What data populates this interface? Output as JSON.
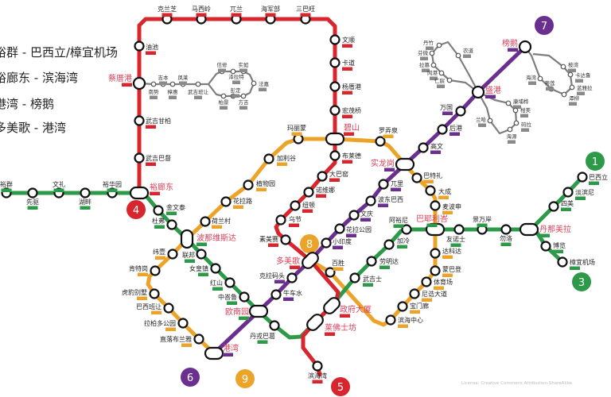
{
  "legend": [
    "裕群 - 巴西立/樟宜机场",
    "裕廊东 - 滨海湾",
    "港湾 - 榜鹅",
    "多美歌 - 港湾"
  ],
  "colors": {
    "red": "#d7262e",
    "green": "#2c9a48",
    "purple": "#6a2f8f",
    "orange": "#eba32a",
    "lrt": "#7d7d7d",
    "interchange_label": "#d9415a"
  },
  "badges": [
    {
      "label": "1",
      "color": "#2c9a48"
    },
    {
      "label": "3",
      "color": "#2c9a48"
    },
    {
      "label": "4",
      "color": "#d7262e"
    },
    {
      "label": "5",
      "color": "#d7262e"
    },
    {
      "label": "6",
      "color": "#6a2f8f"
    },
    {
      "label": "7",
      "color": "#6a2f8f"
    },
    {
      "label": "8",
      "color": "#eba32a"
    },
    {
      "label": "9",
      "color": "#eba32a"
    }
  ],
  "lines": [
    {
      "id": "red",
      "color": "#d7262e",
      "stations": [
        "裕廊东",
        "武吉巴督",
        "武吉甘柏",
        "蔡厝港",
        "油池",
        "克兰芝",
        "马西岭",
        "兀兰",
        "海军部",
        "三巴旺",
        "文顺",
        "卡道",
        "杨厝港",
        "宏茂桥",
        "碧山",
        "布莱德",
        "大巴窑",
        "诺维娜",
        "纽顿",
        "乌节",
        "素美赛",
        "多美歌",
        "政府大厦",
        "莱佛士坊",
        "滨海湾"
      ]
    },
    {
      "id": "green",
      "color": "#2c9a48",
      "stations": [
        "裕群",
        "先驱",
        "文礼",
        "湖畔",
        "裕华园",
        "裕廊东",
        "金文泰",
        "杜弗",
        "波那维斯达",
        "联邦",
        "女皇镇",
        "红山",
        "中峇鲁",
        "欧南园",
        "丹戎巴葛",
        "莱佛士坊",
        "政府大厦",
        "武吉士",
        "劳明达",
        "加冷",
        "阿裕尼",
        "巴耶利峇",
        "友诺士",
        "景万岸",
        "勿洛",
        "丹那美拉",
        "四美",
        "淡滨尼",
        "巴西立",
        "博览",
        "樟宜机场"
      ]
    },
    {
      "id": "purple",
      "color": "#6a2f8f",
      "stations": [
        "港湾",
        "欧南园",
        "牛车水",
        "克拉码头",
        "多美歌",
        "小印度",
        "花拉公园",
        "文庆",
        "波东巴西",
        "兀里",
        "实龙岗",
        "高文",
        "后港",
        "万国",
        "盛港",
        "榜鹅"
      ]
    },
    {
      "id": "orange",
      "color": "#eba32a",
      "stations": [
        "港湾",
        "直落布兰雅",
        "拉柏多公园",
        "巴西班让",
        "虎豹别墅",
        "肯特岗",
        "纬壹",
        "波那维斯达",
        "荷兰村",
        "花拉路",
        "植物园",
        "加利谷",
        "玛丽蒙",
        "碧山",
        "罗弄泉",
        "实龙岗",
        "巴特礼",
        "大成",
        "麦波申",
        "巴耶利峇",
        "达科达",
        "蒙巴登",
        "体育场",
        "尼诰大道",
        "宝门廊",
        "滨海中心",
        "百胜",
        "多美歌"
      ]
    }
  ],
  "lrt": [
    {
      "id": "bukit-panjang",
      "stations": [
        "南势",
        "吉本",
        "樟惠",
        "凤莱",
        "武吉班让",
        "信修",
        "泽拉特",
        "实如",
        "法嘉",
        "柏景",
        "彭定",
        "方吉"
      ]
    },
    {
      "id": "sengkang",
      "stations": [
        "丹竹",
        "芬微",
        "拉慕",
        "冈港",
        "仁宸",
        "农道",
        "康埔桦",
        "柑美",
        "码拉",
        "海源",
        "兰哈"
      ]
    },
    {
      "id": "punggol",
      "stations": [
        "桉湾",
        "卡达鲁",
        "蓝雅拉",
        "潭柳",
        "蒂莲",
        "海湾"
      ]
    }
  ],
  "interchanges": [
    "蔡厝港",
    "裕廊东",
    "波那维斯达",
    "碧山",
    "实龙岗",
    "盛港",
    "榜鹅",
    "多美歌",
    "欧南园",
    "港湾",
    "政府大厦",
    "莱佛士坊",
    "巴耶利峇",
    "丹那美拉"
  ],
  "license": "License: Creative Commons Attribution-ShareAlike"
}
